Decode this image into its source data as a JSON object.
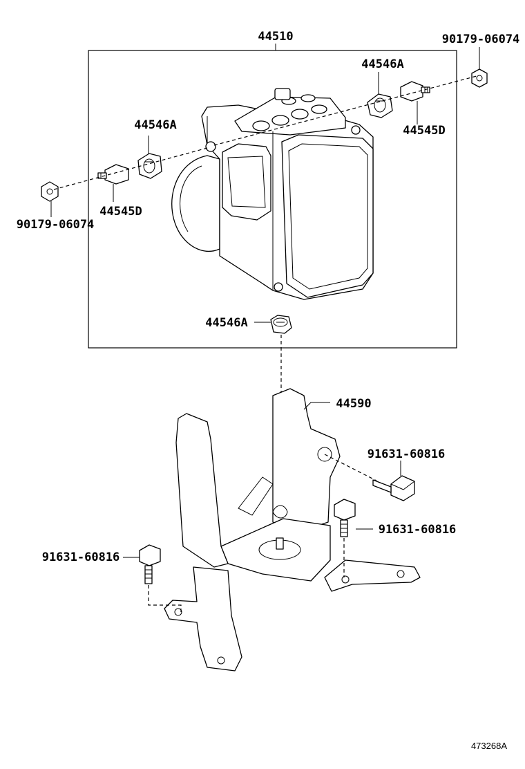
{
  "labels": {
    "actuator_assy": "44510",
    "cushion_upper_right": "44546A",
    "cushion_left": "44546A",
    "cushion_bottom": "44546A",
    "stud_right": "44545D",
    "stud_left": "44545D",
    "nut_right": "90179-06074",
    "nut_left": "90179-06074",
    "bracket": "44590",
    "bolt_right": "91631-60816",
    "bolt_center": "91631-60816",
    "bolt_left": "91631-60816"
  },
  "reference_code": "473268A"
}
